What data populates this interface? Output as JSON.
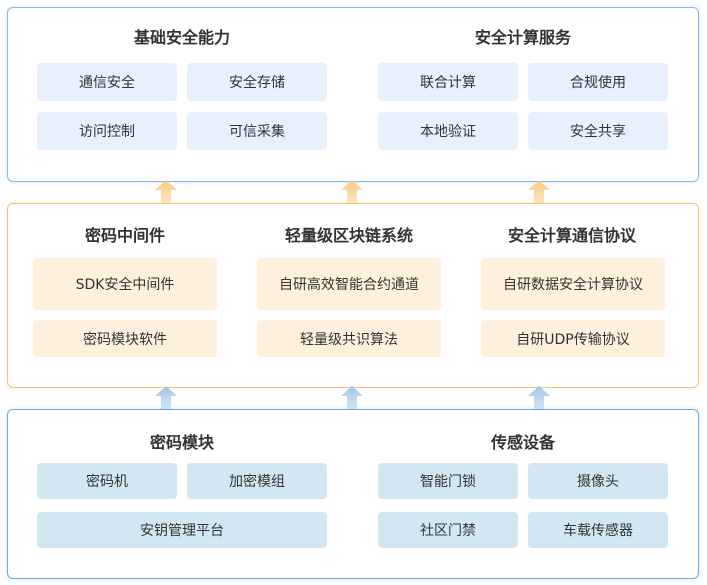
{
  "top": {
    "left_title": "基础安全能力",
    "left_items": [
      "通信安全",
      "安全存储",
      "访问控制",
      "可信采集"
    ],
    "right_title": "安全计算服务",
    "right_items": [
      "联合计算",
      "合规使用",
      "本地验证",
      "安全共享"
    ]
  },
  "middle": {
    "col1_title": "密码中间件",
    "col1_items": [
      "SDK安全中间件",
      "密码模块软件"
    ],
    "col2_title": "轻量级区块链系统",
    "col2_items": [
      "自研高效智能合约通道",
      "轻量级共识算法"
    ],
    "col3_title": "安全计算通信协议",
    "col3_items": [
      "自研数据安全计算协议",
      "自研UDP传输协议"
    ]
  },
  "bottom": {
    "left_title": "密码模块",
    "left_items": [
      "密码机",
      "加密模组",
      "安钥管理平台"
    ],
    "right_title": "传感设备",
    "right_items": [
      "智能门锁",
      "摄像头",
      "社区门禁",
      "车载传感器"
    ]
  },
  "colors": {
    "top_border": "#8bb8ec",
    "middle_border": "#f6c27a",
    "bottom_border": "#69aedd",
    "top_chip": "#e8effd",
    "middle_chip": "#fdf1dd",
    "bottom_chip": "#d3e7f2",
    "arrow_orange": "#f8c987",
    "arrow_blue": "#9cc7e6"
  }
}
